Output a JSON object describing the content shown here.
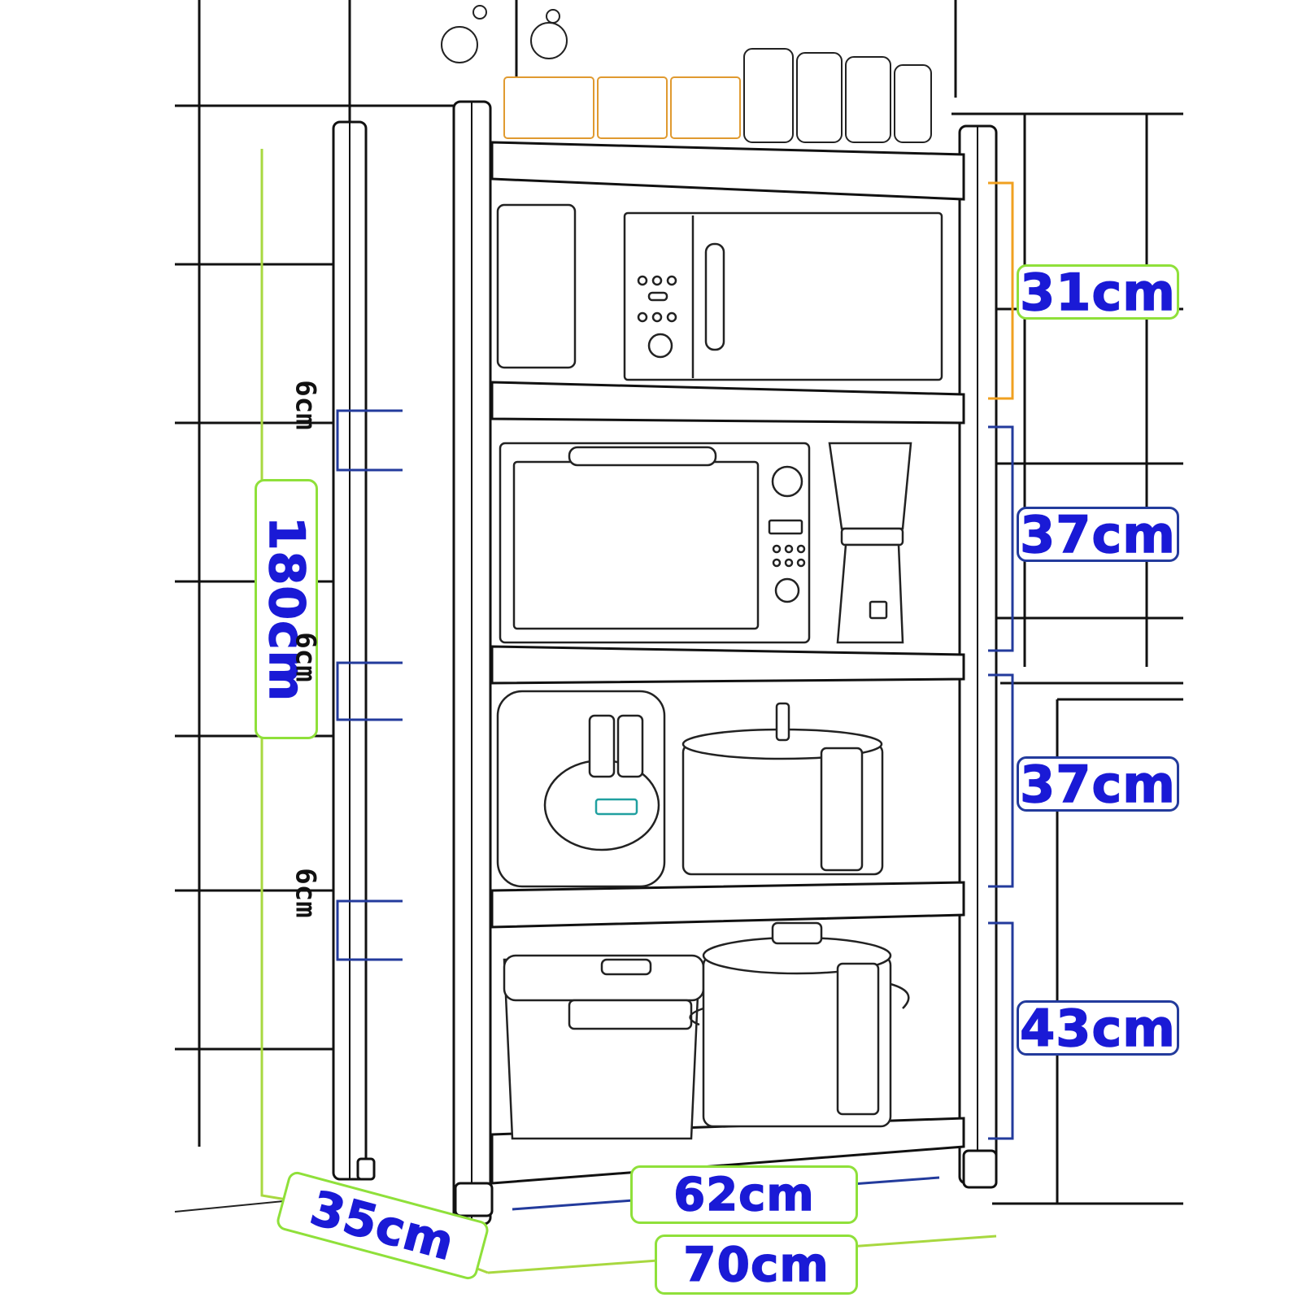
{
  "shelf_heights": [
    "31cm",
    "37cm",
    "37cm",
    "43cm"
  ],
  "post_gaps": [
    "6cm",
    "6cm",
    "6cm"
  ],
  "total_height": "180cm",
  "depth": "35cm",
  "inner_width": "62cm",
  "outer_width": "70cm",
  "colors": {
    "label_text": "#1a1ad6",
    "blue_border": "#233b9c",
    "green_border": "#8fe03a",
    "height_line": "#a8d840",
    "tile_lines": "#111111",
    "orange_accent": "#f0a020"
  },
  "icons": [
    "microwave-icon",
    "toaster-oven-icon",
    "blender-icon",
    "rice-cooker-icon",
    "stock-pot-icon",
    "storage-bin-icon",
    "spice-jar-icon"
  ]
}
